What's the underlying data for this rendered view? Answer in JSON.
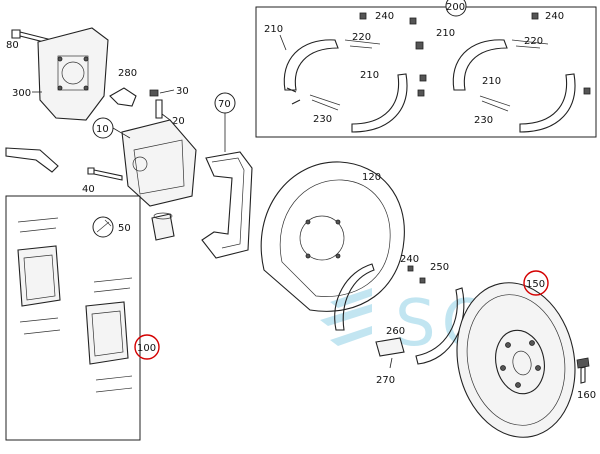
{
  "diagram": {
    "labels": {
      "l80": "80",
      "l280": "280",
      "l300": "300",
      "l30": "30",
      "l20": "20",
      "l10": "10",
      "l70": "70",
      "l40": "40",
      "l50": "50",
      "l100": "100",
      "l120": "120",
      "l200": "200",
      "l210a": "210",
      "l240a": "240",
      "l220a": "220",
      "l210b": "210",
      "l230a": "230",
      "l240b": "240",
      "l210c": "210",
      "l220b": "220",
      "l210d": "210",
      "l230b": "230",
      "l240c": "240",
      "l250": "250",
      "l260": "260",
      "l270": "270",
      "l150": "150",
      "l160": "160"
    },
    "watermark": "SOL",
    "highlight_color": "#d40000",
    "watermark_color": "#8fd0e6"
  }
}
